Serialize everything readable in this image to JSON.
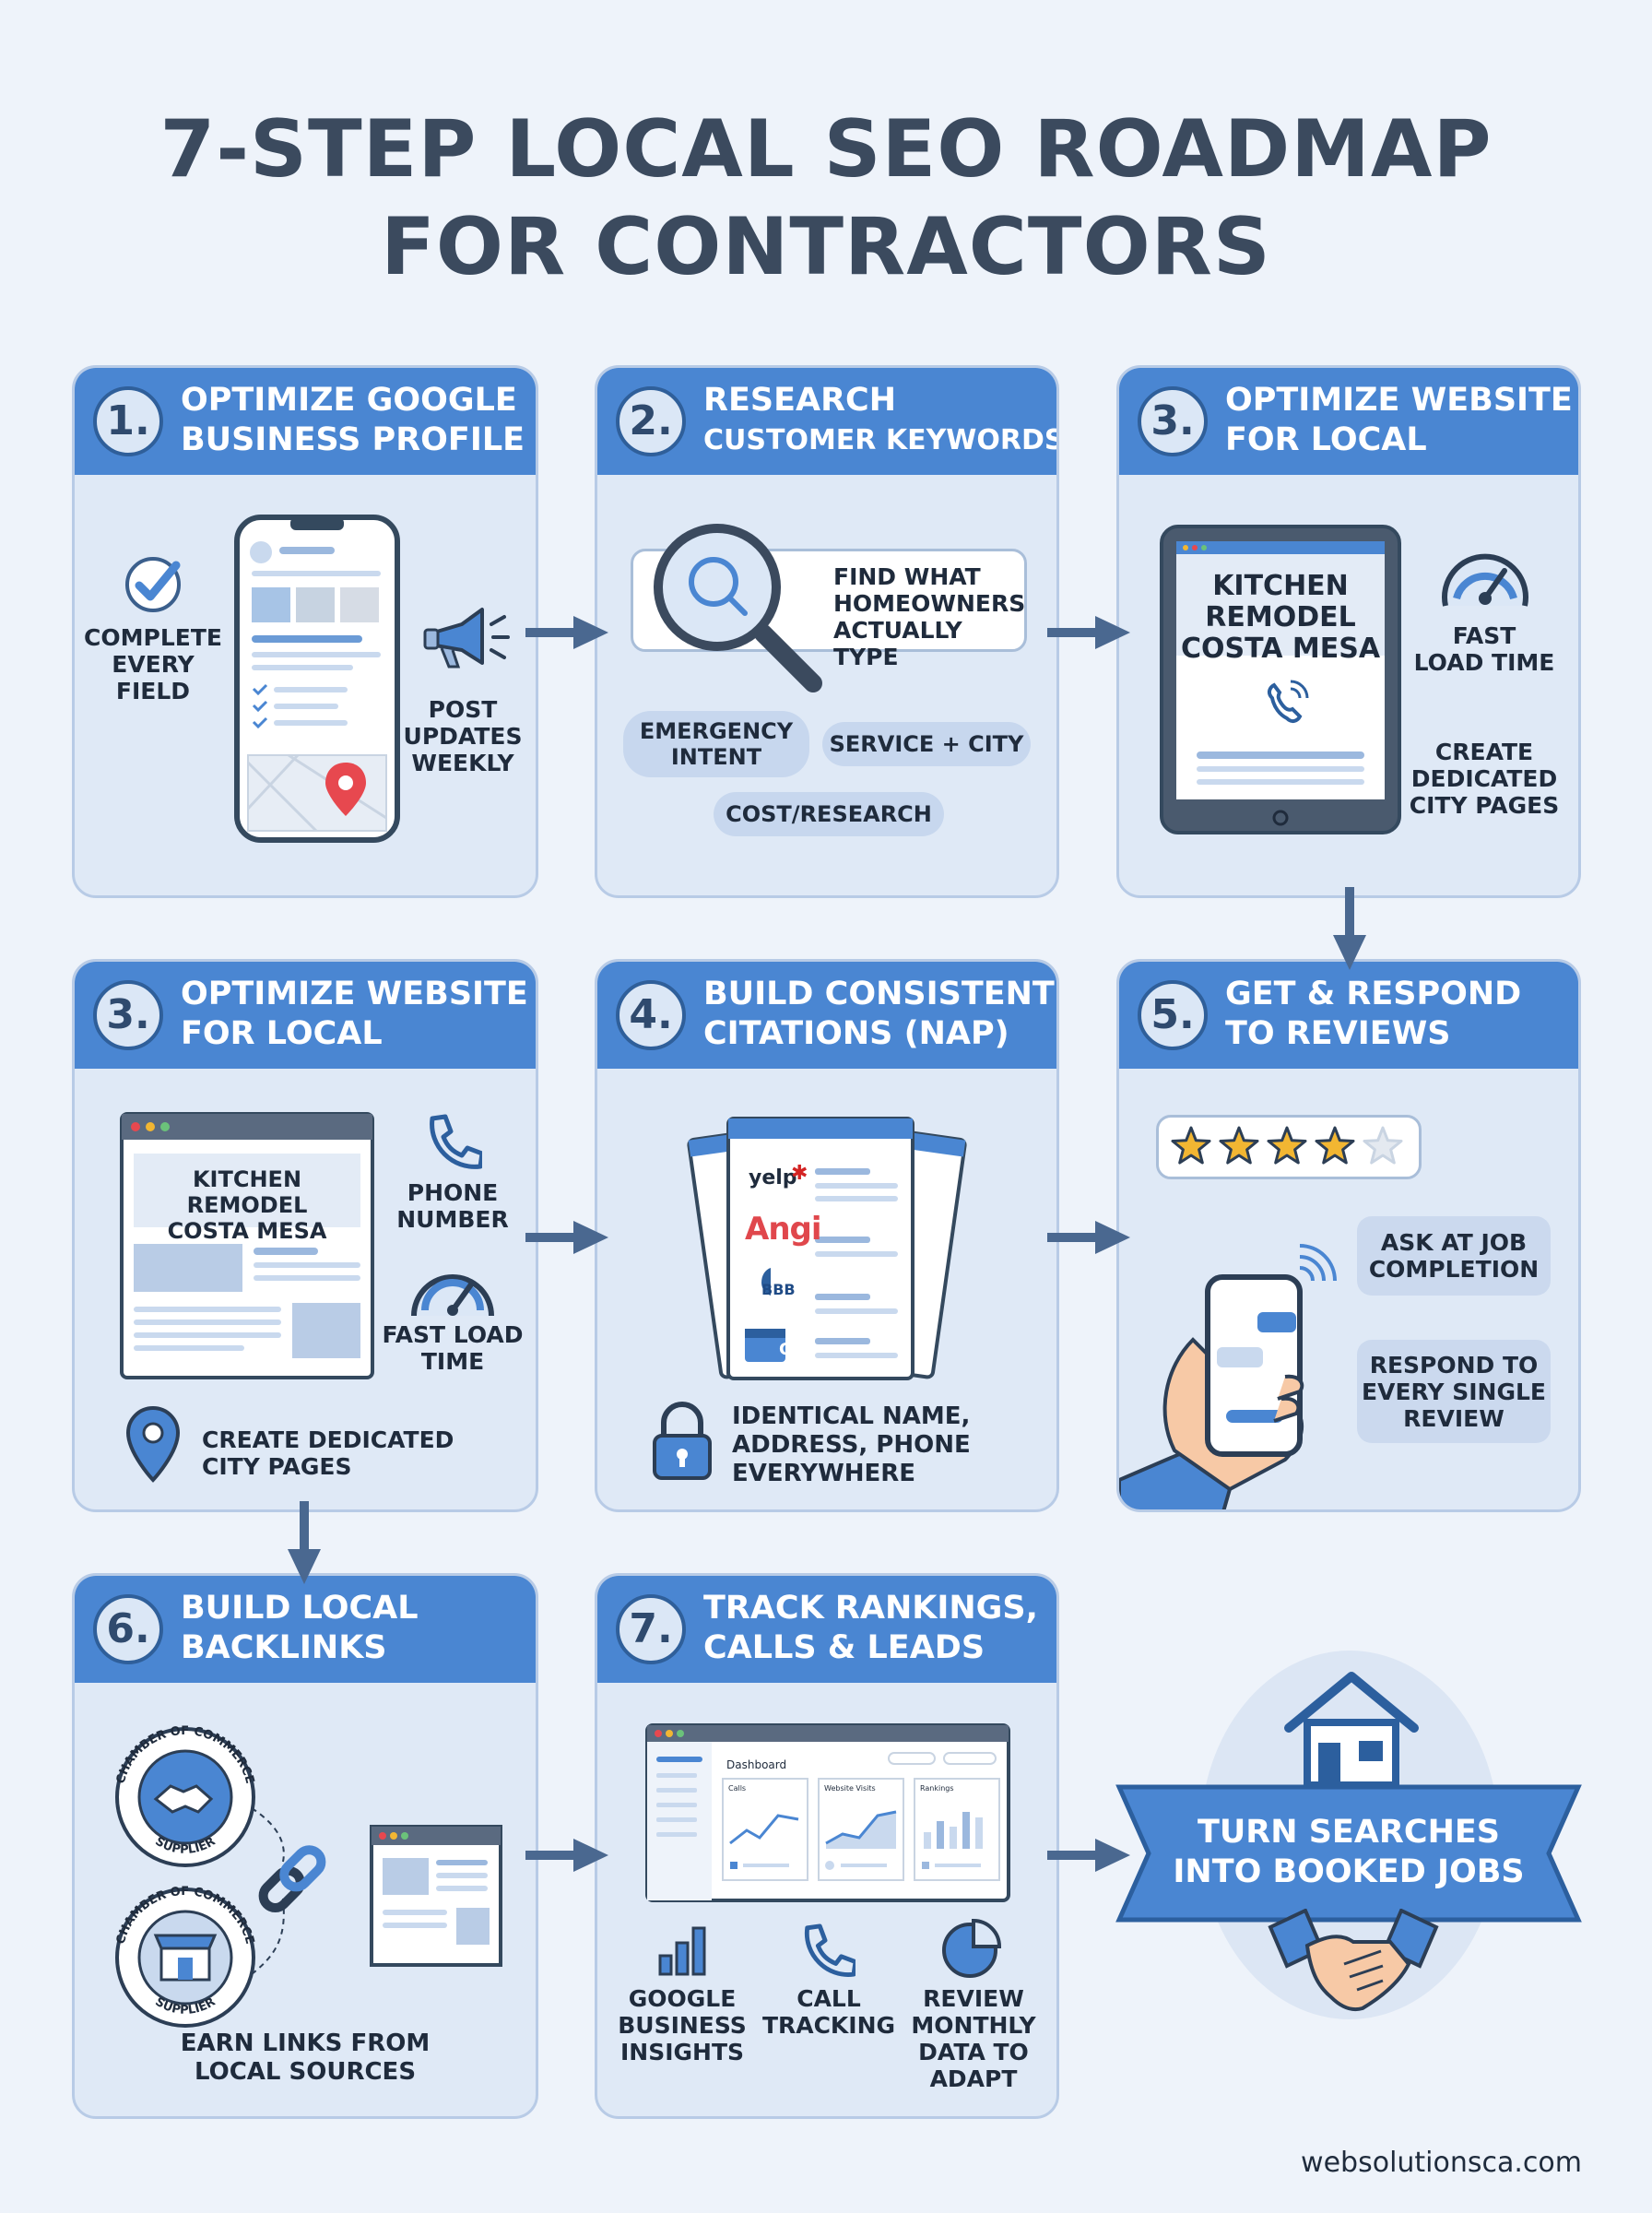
{
  "title": {
    "line1": "7-STEP LOCAL SEO ROADMAP",
    "line2": "FOR CONTRACTORS"
  },
  "panels": {
    "p1": {
      "number": "1.",
      "line1": "OPTIMIZE GOOGLE",
      "line2": "BUSINESS PROFILE",
      "label_left": [
        "COMPLETE",
        "EVERY",
        "FIELD"
      ],
      "label_right": [
        "POST",
        "UPDATES",
        "WEEKLY"
      ]
    },
    "p2": {
      "number": "2.",
      "line1": "RESEARCH",
      "line2": "CUSTOMER KEYWORDS",
      "search_text": [
        "FIND WHAT",
        "HOMEOWNERS",
        "ACTUALLY TYPE"
      ],
      "pill_emergency": [
        "EMERGENCY",
        "INTENT"
      ],
      "pill_service": "SERVICE + CITY",
      "pill_cost": "COST/RESEARCH"
    },
    "p3a": {
      "number": "3.",
      "line1": "OPTIMIZE WEBSITE",
      "line2": "FOR LOCAL",
      "tablet_text": [
        "KITCHEN",
        "REMODEL",
        "COSTA MESA"
      ],
      "fast": [
        "FAST",
        "LOAD TIME"
      ],
      "city": [
        "CREATE",
        "DEDICATED",
        "CITY PAGES"
      ]
    },
    "p3b": {
      "number": "3.",
      "line1": "OPTIMIZE WEBSITE",
      "line2": "FOR LOCAL",
      "browser_text": [
        "KITCHEN REMODEL",
        "COSTA MESA"
      ],
      "phone": [
        "PHONE",
        "NUMBER"
      ],
      "fast": [
        "FAST LOAD",
        "TIME"
      ],
      "city": [
        "CREATE DEDICATED",
        "CITY PAGES"
      ]
    },
    "p4": {
      "number": "4.",
      "line1": "BUILD CONSISTENT",
      "line2": "CITATIONS (NAP)",
      "brands": {
        "yelp": "yelp",
        "angi": "Angi",
        "bbb": "BBB",
        "g": "G"
      },
      "nap": [
        "IDENTICAL NAME,",
        "ADDRESS, PHONE",
        "EVERYWHERE"
      ]
    },
    "p5": {
      "number": "5.",
      "line1": "GET & RESPOND",
      "line2": "TO REVIEWS",
      "stars": 4,
      "star_total": 5,
      "ask": [
        "ASK AT JOB",
        "COMPLETION"
      ],
      "respond": [
        "RESPOND TO",
        "EVERY SINGLE",
        "REVIEW"
      ]
    },
    "p6": {
      "number": "6.",
      "line1": "BUILD LOCAL",
      "line2": "BACKLINKS",
      "seal_top": "CHAMBER OF COMMERCE",
      "seal_bottom": "SUPPLIER",
      "earn": [
        "EARN LINKS FROM",
        "LOCAL SOURCES"
      ]
    },
    "p7": {
      "number": "7.",
      "line1": "TRACK RANKINGS,",
      "line2": "CALLS & LEADS",
      "dashboard": "Dashboard",
      "cards": [
        "Calls",
        "Website Visits",
        "Rankings"
      ],
      "insights": [
        "GOOGLE",
        "BUSINESS",
        "INSIGHTS"
      ],
      "tracking": [
        "CALL",
        "TRACKING"
      ],
      "review": [
        "REVIEW",
        "MONTHLY",
        "DATA TO",
        "ADAPT"
      ]
    }
  },
  "banner": [
    "TURN SEARCHES",
    "INTO BOOKED JOBS"
  ],
  "footer": "websolutionsca.com",
  "colors": {
    "accent": "#4a86d2",
    "panel": "#dfe9f6",
    "dark": "#3b4a5e",
    "star": "#f2b632"
  }
}
